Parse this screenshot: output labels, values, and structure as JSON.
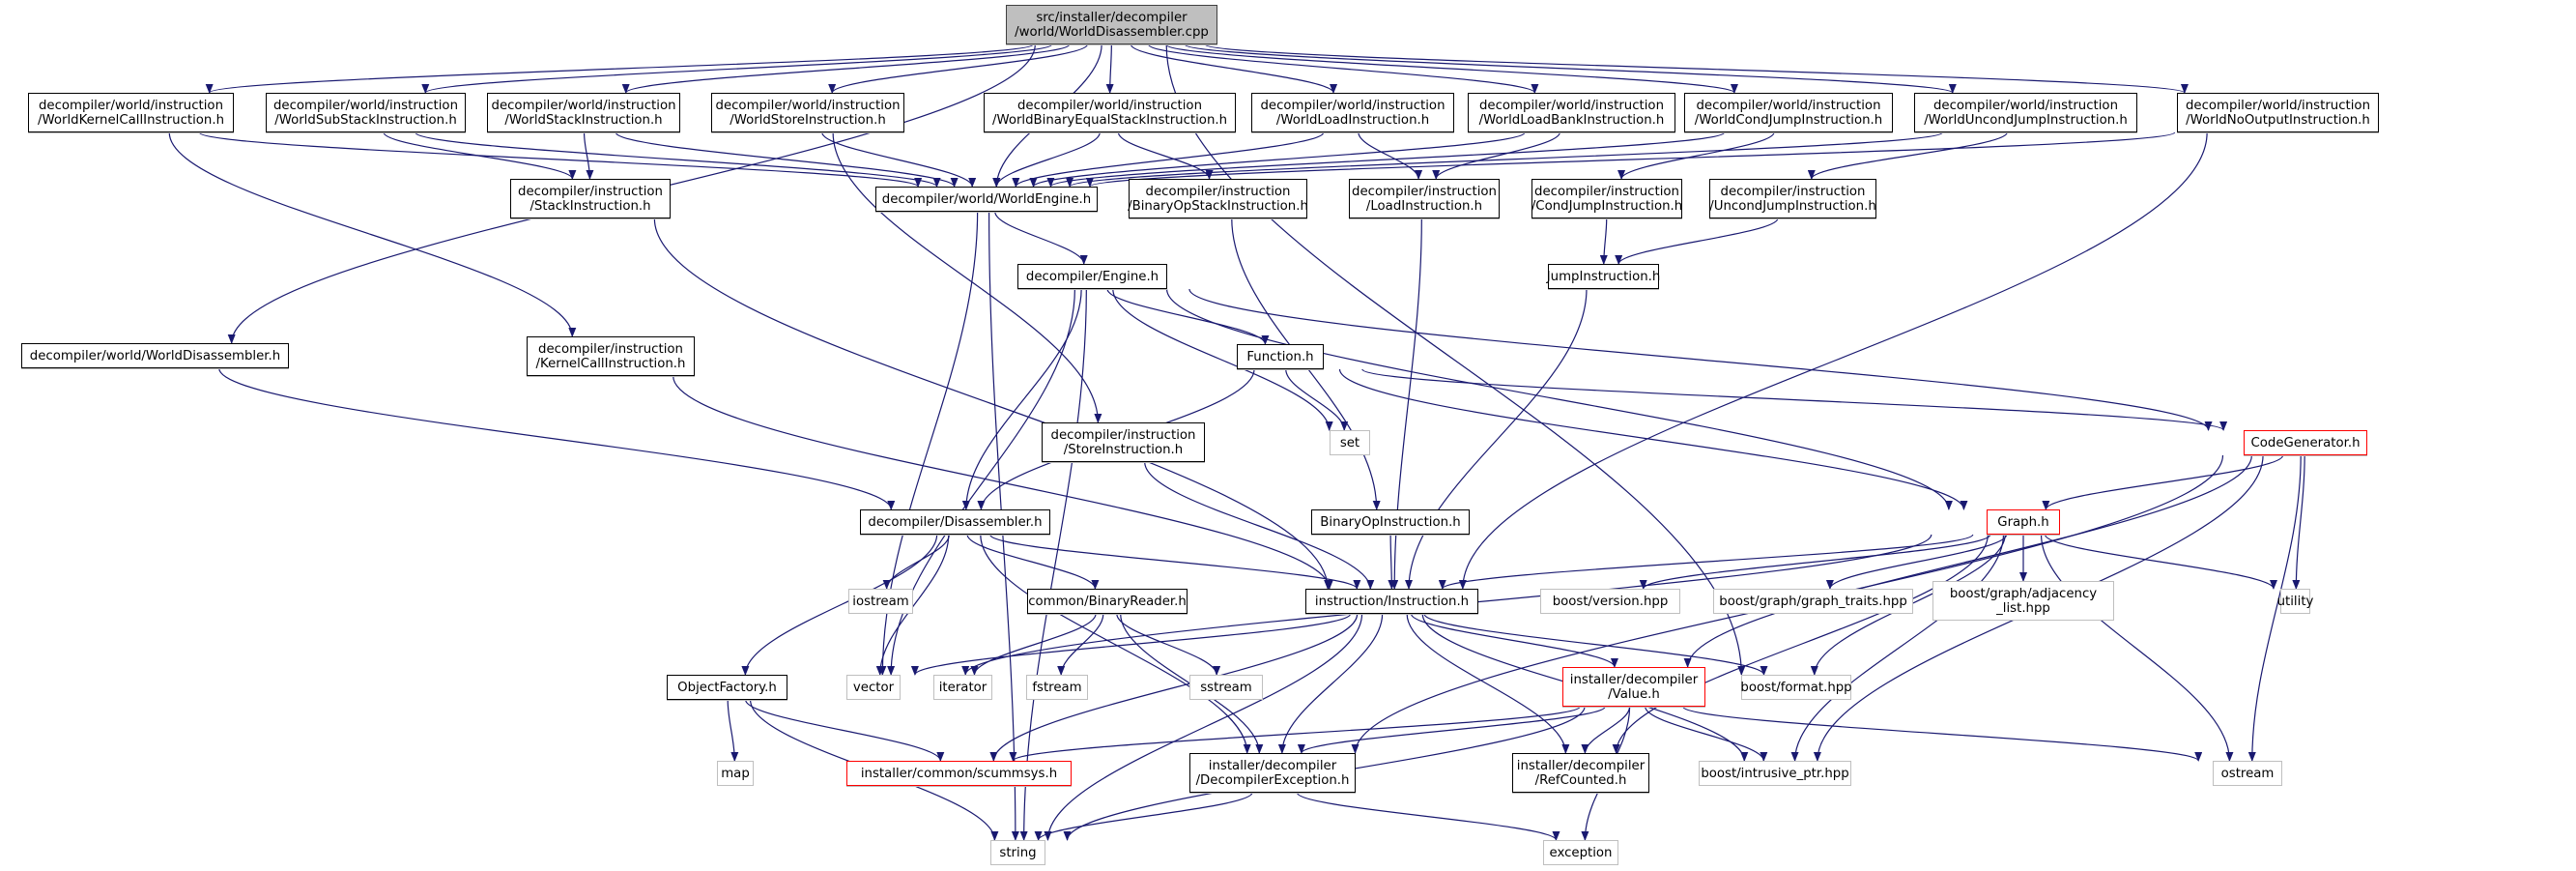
{
  "title": "Include dependency graph for WorldDisassembler.cpp",
  "colors": {
    "edge": "#191970",
    "root_fill": "#bfbfbf",
    "truncated_border": "#ff0000",
    "external_border": "#bfbfbf"
  },
  "nodes": [
    {
      "id": "root",
      "lines": [
        "src/installer/decompiler",
        "/world/WorldDisassembler.cpp"
      ],
      "kind": "root"
    },
    {
      "id": "wkci",
      "lines": [
        "decompiler/world/instruction",
        "/WorldKernelCallInstruction.h"
      ],
      "kind": "file"
    },
    {
      "id": "wssi",
      "lines": [
        "decompiler/world/instruction",
        "/WorldSubStackInstruction.h"
      ],
      "kind": "file"
    },
    {
      "id": "wsi",
      "lines": [
        "decompiler/world/instruction",
        "/WorldStackInstruction.h"
      ],
      "kind": "file"
    },
    {
      "id": "wsti",
      "lines": [
        "decompiler/world/instruction",
        "/WorldStoreInstruction.h"
      ],
      "kind": "file"
    },
    {
      "id": "wbesi",
      "lines": [
        "decompiler/world/instruction",
        "/WorldBinaryEqualStackInstruction.h"
      ],
      "kind": "file"
    },
    {
      "id": "wli",
      "lines": [
        "decompiler/world/instruction",
        "/WorldLoadInstruction.h"
      ],
      "kind": "file"
    },
    {
      "id": "wlbi",
      "lines": [
        "decompiler/world/instruction",
        "/WorldLoadBankInstruction.h"
      ],
      "kind": "file"
    },
    {
      "id": "wcji",
      "lines": [
        "decompiler/world/instruction",
        "/WorldCondJumpInstruction.h"
      ],
      "kind": "file"
    },
    {
      "id": "wuji",
      "lines": [
        "decompiler/world/instruction",
        "/WorldUncondJumpInstruction.h"
      ],
      "kind": "file"
    },
    {
      "id": "wnoi",
      "lines": [
        "decompiler/world/instruction",
        "/WorldNoOutputInstruction.h"
      ],
      "kind": "file"
    },
    {
      "id": "stacki",
      "lines": [
        "decompiler/instruction",
        "/StackInstruction.h"
      ],
      "kind": "file"
    },
    {
      "id": "we",
      "lines": [
        "decompiler/world/WorldEngine.h"
      ],
      "kind": "file"
    },
    {
      "id": "bosi",
      "lines": [
        "decompiler/instruction",
        "/BinaryOpStackInstruction.h"
      ],
      "kind": "file"
    },
    {
      "id": "li",
      "lines": [
        "decompiler/instruction",
        "/LoadInstruction.h"
      ],
      "kind": "file"
    },
    {
      "id": "cji",
      "lines": [
        "decompiler/instruction",
        "/CondJumpInstruction.h"
      ],
      "kind": "file"
    },
    {
      "id": "uji",
      "lines": [
        "decompiler/instruction",
        "/UncondJumpInstruction.h"
      ],
      "kind": "file"
    },
    {
      "id": "ji",
      "lines": [
        "JumpInstruction.h"
      ],
      "kind": "file"
    },
    {
      "id": "engine",
      "lines": [
        "decompiler/Engine.h"
      ],
      "kind": "file"
    },
    {
      "id": "wd",
      "lines": [
        "decompiler/world/WorldDisassembler.h"
      ],
      "kind": "file"
    },
    {
      "id": "kci",
      "lines": [
        "decompiler/instruction",
        "/KernelCallInstruction.h"
      ],
      "kind": "file"
    },
    {
      "id": "func",
      "lines": [
        "Function.h"
      ],
      "kind": "file"
    },
    {
      "id": "set",
      "lines": [
        "set"
      ],
      "kind": "ext"
    },
    {
      "id": "sti",
      "lines": [
        "decompiler/instruction",
        "/StoreInstruction.h"
      ],
      "kind": "file"
    },
    {
      "id": "cg",
      "lines": [
        "CodeGenerator.h"
      ],
      "kind": "trunc"
    },
    {
      "id": "dis",
      "lines": [
        "decompiler/Disassembler.h"
      ],
      "kind": "file"
    },
    {
      "id": "boi",
      "lines": [
        "BinaryOpInstruction.h"
      ],
      "kind": "file"
    },
    {
      "id": "graph",
      "lines": [
        "Graph.h"
      ],
      "kind": "trunc"
    },
    {
      "id": "iostream",
      "lines": [
        "iostream"
      ],
      "kind": "ext"
    },
    {
      "id": "br",
      "lines": [
        "common/BinaryReader.h"
      ],
      "kind": "file"
    },
    {
      "id": "instr",
      "lines": [
        "instruction/Instruction.h"
      ],
      "kind": "file"
    },
    {
      "id": "bver",
      "lines": [
        "boost/version.hpp"
      ],
      "kind": "ext"
    },
    {
      "id": "bgt",
      "lines": [
        "boost/graph/graph_traits.hpp"
      ],
      "kind": "ext"
    },
    {
      "id": "badj",
      "lines": [
        "boost/graph/adjacency",
        "_list.hpp"
      ],
      "kind": "ext"
    },
    {
      "id": "utility",
      "lines": [
        "utility"
      ],
      "kind": "ext"
    },
    {
      "id": "of",
      "lines": [
        "ObjectFactory.h"
      ],
      "kind": "file"
    },
    {
      "id": "vector",
      "lines": [
        "vector"
      ],
      "kind": "ext"
    },
    {
      "id": "iterator",
      "lines": [
        "iterator"
      ],
      "kind": "ext"
    },
    {
      "id": "fstream",
      "lines": [
        "fstream"
      ],
      "kind": "ext"
    },
    {
      "id": "sstream",
      "lines": [
        "sstream"
      ],
      "kind": "ext"
    },
    {
      "id": "value",
      "lines": [
        "installer/decompiler",
        "/Value.h"
      ],
      "kind": "trunc"
    },
    {
      "id": "bfmt",
      "lines": [
        "boost/format.hpp"
      ],
      "kind": "ext"
    },
    {
      "id": "map",
      "lines": [
        "map"
      ],
      "kind": "ext"
    },
    {
      "id": "scumm",
      "lines": [
        "installer/common/scummsys.h"
      ],
      "kind": "trunc"
    },
    {
      "id": "dex",
      "lines": [
        "installer/decompiler",
        "/DecompilerException.h"
      ],
      "kind": "file"
    },
    {
      "id": "rc",
      "lines": [
        "installer/decompiler",
        "/RefCounted.h"
      ],
      "kind": "file"
    },
    {
      "id": "bip",
      "lines": [
        "boost/intrusive_ptr.hpp"
      ],
      "kind": "ext"
    },
    {
      "id": "ostream",
      "lines": [
        "ostream"
      ],
      "kind": "ext"
    },
    {
      "id": "string",
      "lines": [
        "string"
      ],
      "kind": "ext"
    },
    {
      "id": "exception",
      "lines": [
        "exception"
      ],
      "kind": "ext"
    }
  ],
  "edges": [
    [
      "root",
      "wkci"
    ],
    [
      "root",
      "wssi"
    ],
    [
      "root",
      "wsi"
    ],
    [
      "root",
      "wsti"
    ],
    [
      "root",
      "wbesi"
    ],
    [
      "root",
      "wli"
    ],
    [
      "root",
      "wlbi"
    ],
    [
      "root",
      "wcji"
    ],
    [
      "root",
      "wuji"
    ],
    [
      "root",
      "wnoi"
    ],
    [
      "root",
      "we"
    ],
    [
      "root",
      "wd"
    ],
    [
      "root",
      "bfmt"
    ],
    [
      "wkci",
      "we"
    ],
    [
      "wkci",
      "kci"
    ],
    [
      "wssi",
      "we"
    ],
    [
      "wssi",
      "stacki"
    ],
    [
      "wsi",
      "we"
    ],
    [
      "wsi",
      "stacki"
    ],
    [
      "wsti",
      "we"
    ],
    [
      "wsti",
      "sti"
    ],
    [
      "wbesi",
      "we"
    ],
    [
      "wbesi",
      "bosi"
    ],
    [
      "wli",
      "we"
    ],
    [
      "wli",
      "li"
    ],
    [
      "wlbi",
      "we"
    ],
    [
      "wlbi",
      "li"
    ],
    [
      "wcji",
      "we"
    ],
    [
      "wcji",
      "cji"
    ],
    [
      "wuji",
      "we"
    ],
    [
      "wuji",
      "uji"
    ],
    [
      "wnoi",
      "we"
    ],
    [
      "wnoi",
      "instr"
    ],
    [
      "stacki",
      "instr"
    ],
    [
      "we",
      "engine"
    ],
    [
      "we",
      "vector"
    ],
    [
      "we",
      "string"
    ],
    [
      "bosi",
      "boi"
    ],
    [
      "li",
      "instr"
    ],
    [
      "cji",
      "ji"
    ],
    [
      "uji",
      "ji"
    ],
    [
      "ji",
      "instr"
    ],
    [
      "engine",
      "func"
    ],
    [
      "engine",
      "set"
    ],
    [
      "engine",
      "cg"
    ],
    [
      "engine",
      "dis"
    ],
    [
      "engine",
      "graph"
    ],
    [
      "engine",
      "vector"
    ],
    [
      "engine",
      "string"
    ],
    [
      "wd",
      "dis"
    ],
    [
      "kci",
      "instr"
    ],
    [
      "func",
      "set"
    ],
    [
      "func",
      "cg"
    ],
    [
      "func",
      "dis"
    ],
    [
      "func",
      "graph"
    ],
    [
      "sti",
      "instr"
    ],
    [
      "cg",
      "graph"
    ],
    [
      "cg",
      "utility"
    ],
    [
      "cg",
      "value"
    ],
    [
      "cg",
      "dex"
    ],
    [
      "cg",
      "bip"
    ],
    [
      "cg",
      "ostream"
    ],
    [
      "dis",
      "iostream"
    ],
    [
      "dis",
      "br"
    ],
    [
      "dis",
      "instr"
    ],
    [
      "dis",
      "of"
    ],
    [
      "dis",
      "vector"
    ],
    [
      "dis",
      "dex"
    ],
    [
      "boi",
      "instr"
    ],
    [
      "graph",
      "instr"
    ],
    [
      "graph",
      "bver"
    ],
    [
      "graph",
      "bgt"
    ],
    [
      "graph",
      "badj"
    ],
    [
      "graph",
      "utility"
    ],
    [
      "graph",
      "bfmt"
    ],
    [
      "graph",
      "bip"
    ],
    [
      "graph",
      "ostream"
    ],
    [
      "graph",
      "rc"
    ],
    [
      "graph",
      "vector"
    ],
    [
      "br",
      "iterator"
    ],
    [
      "br",
      "fstream"
    ],
    [
      "br",
      "sstream"
    ],
    [
      "br",
      "dex"
    ],
    [
      "instr",
      "vector"
    ],
    [
      "instr",
      "value"
    ],
    [
      "instr",
      "bfmt"
    ],
    [
      "instr",
      "scumm"
    ],
    [
      "instr",
      "dex"
    ],
    [
      "instr",
      "rc"
    ],
    [
      "instr",
      "bip"
    ],
    [
      "instr",
      "string"
    ],
    [
      "of",
      "map"
    ],
    [
      "of",
      "scumm"
    ],
    [
      "of",
      "string"
    ],
    [
      "value",
      "scumm"
    ],
    [
      "value",
      "dex"
    ],
    [
      "value",
      "rc"
    ],
    [
      "value",
      "bip"
    ],
    [
      "value",
      "ostream"
    ],
    [
      "value",
      "string"
    ],
    [
      "value",
      "exception"
    ],
    [
      "dex",
      "string"
    ],
    [
      "dex",
      "exception"
    ]
  ]
}
